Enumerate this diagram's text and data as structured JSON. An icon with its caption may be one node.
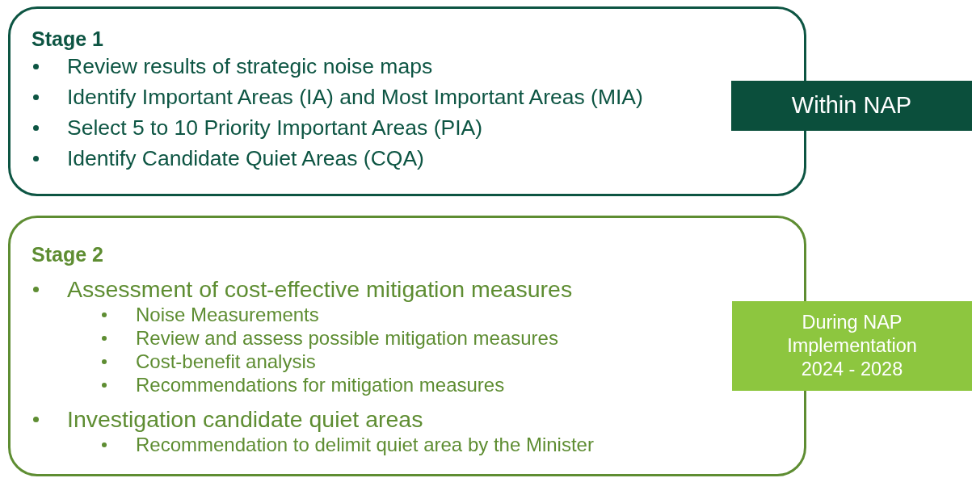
{
  "diagram": {
    "nodes": [
      {
        "text": [
          "Stage 1",
          "Review results of strategic noise maps",
          "Identify Important Areas (IA) and Most Important Areas (MIA)",
          "Select 5 to 10 Priority Important Areas (PIA)",
          "Identify Candidate Quiet Areas (CQA)"
        ]
      },
      {
        "text": [
          "Within NAP"
        ]
      },
      {
        "text": [
          "Stage 2",
          "Assessment of cost-effective mitigation measures",
          "Noise Measurements",
          "Review and assess possible mitigation measures",
          "Cost-benefit analysis",
          "Recommendations for mitigation measures",
          "Investigation candidate quiet areas",
          "Recommendation to delimit quiet area by the Minister"
        ]
      },
      {
        "text": [
          "During NAP Implementation 2024 - 2028"
        ]
      }
    ]
  }
}
